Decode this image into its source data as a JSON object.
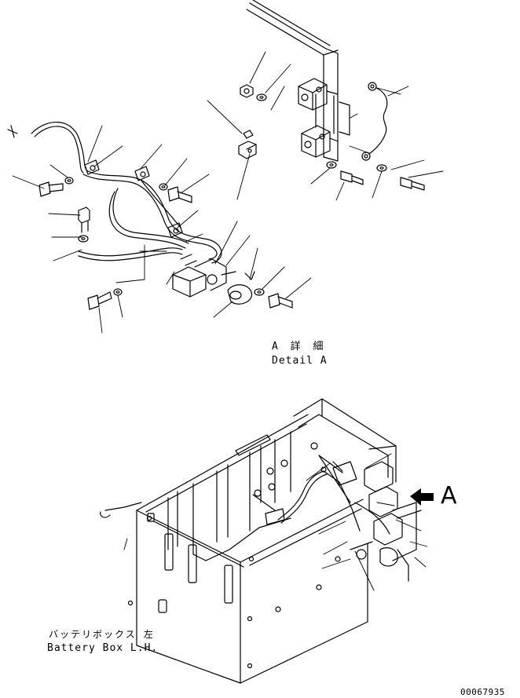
{
  "detail_label": {
    "jp": "A 詳 細",
    "en": "Detail A"
  },
  "box_label": {
    "jp": "バッテリボックス 左",
    "en": "Battery Box L.H."
  },
  "view_callout": "A",
  "document_number": "00067935"
}
